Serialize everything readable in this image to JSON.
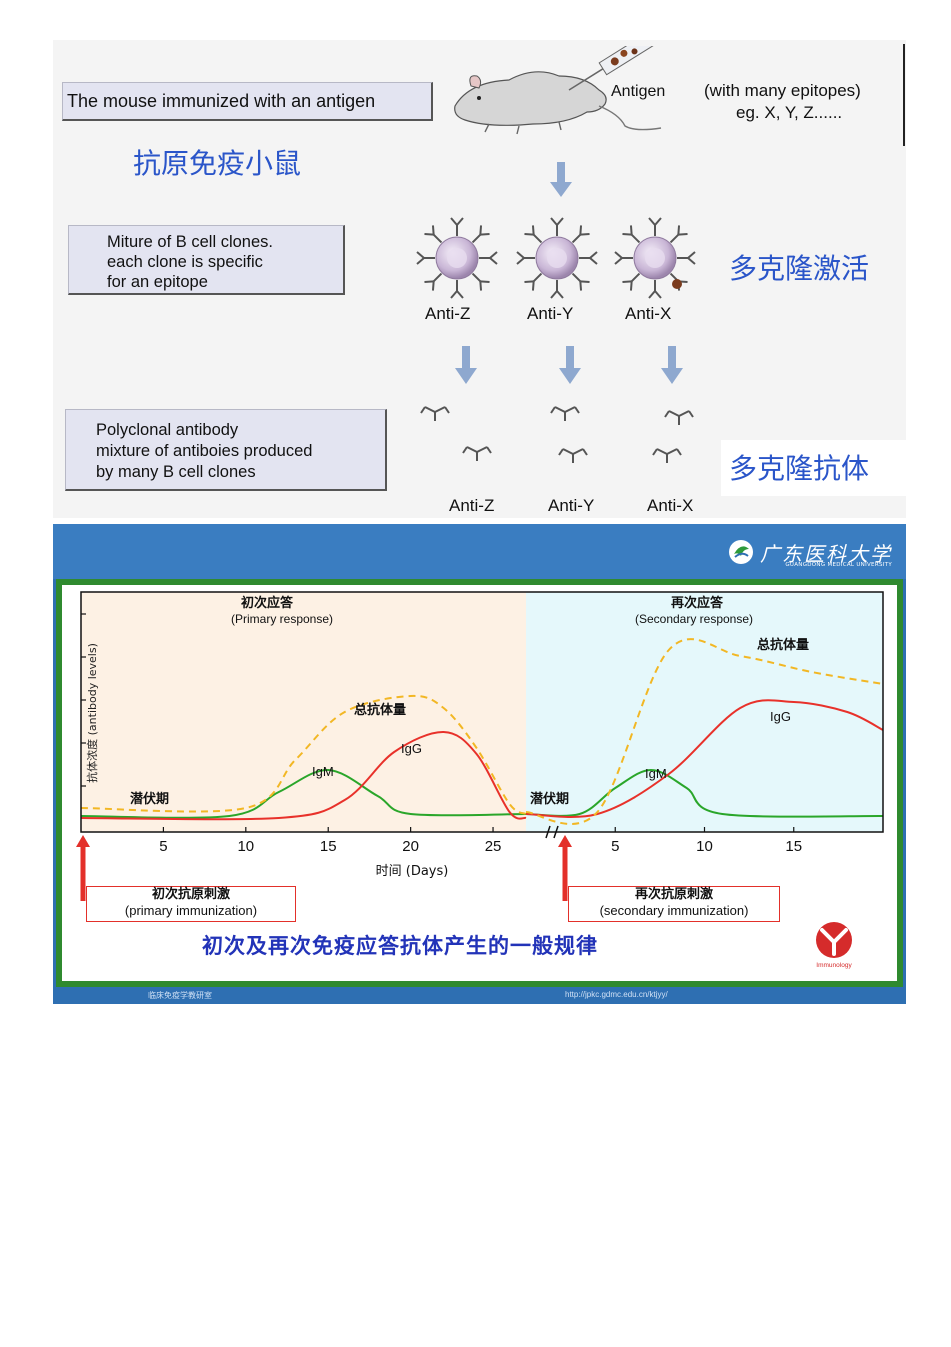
{
  "top_diagram": {
    "step1_box": "The mouse immunized with an antigen",
    "step1_zh": "抗原免疫小鼠",
    "antigen_label": "Antigen",
    "epitopes_note_line1": "(with many epitopes)",
    "epitopes_note_line2": "eg. X, Y, Z......",
    "step2_box_lines": [
      "Miture of B cell clones.",
      "each clone is specific",
      "for an epitope"
    ],
    "step2_zh": "多克隆激活",
    "clone_labels": [
      "Anti-Z",
      "Anti-Y",
      "Anti-X"
    ],
    "step3_box_lines": [
      "Polyclonal antibody",
      "mixture of antiboies produced",
      "by many B cell clones"
    ],
    "step3_zh": "多克隆抗体",
    "antibody_labels": [
      "Anti-Z",
      "Anti-Y",
      "Anti-X"
    ]
  },
  "slide": {
    "university_name": "广东医科大学",
    "university_sub": "GUANGDONG MEDICAL UNIVERSITY",
    "footer_left": "临床免疫学教研室",
    "footer_right": "http://jpkc.gdmc.edu.cn/ktjyy/",
    "logo_text": "Immunology",
    "caption": "初次及再次免疫应答抗体产生的一般规律",
    "primary_box_zh": "初次抗原刺激",
    "primary_box_en": "(primary immunization)",
    "secondary_box_zh": "再次抗原刺激",
    "secondary_box_en": "(secondary immunization)",
    "colors": {
      "primary_bg": "#fdf1e4",
      "secondary_bg": "#e5f8fb",
      "igm": "#2aa62a",
      "igg": "#e8312a",
      "total": "#f2b724",
      "frame": "#2f8a2f",
      "slide_blue": "#2e6fb2"
    }
  },
  "chart_data": {
    "type": "line",
    "ylabel": "抗体浓度 (antibody levels)",
    "xlabel": "时间 (Days)",
    "primary_title_zh": "初次应答",
    "primary_title_en": "(Primary response)",
    "secondary_title_zh": "再次应答",
    "secondary_title_en": "(Secondary response)",
    "latent_label": "潜伏期",
    "primary_ticks": [
      5,
      10,
      15,
      20,
      25
    ],
    "secondary_ticks": [
      5,
      10,
      15
    ],
    "primary_xlim": [
      0,
      27
    ],
    "secondary_xlim": [
      0,
      20
    ],
    "ylim": [
      0,
      10
    ],
    "primary_series": [
      {
        "name": "IgM",
        "x": [
          0,
          9,
          12,
          15,
          18,
          20,
          27
        ],
        "y": [
          0.4,
          0.4,
          1.6,
          2.7,
          1.4,
          0.5,
          0.5
        ]
      },
      {
        "name": "IgG",
        "x": [
          0,
          12,
          16,
          19,
          22,
          24,
          26,
          27
        ],
        "y": [
          0.3,
          0.3,
          1.2,
          3.6,
          4.6,
          3.5,
          0.6,
          0.3
        ]
      },
      {
        "name": "总抗体量",
        "x": [
          0,
          10,
          13,
          16,
          20,
          22,
          24,
          26,
          27
        ],
        "y": [
          0.8,
          0.8,
          3.2,
          5.6,
          6.4,
          5.8,
          3.8,
          1.0,
          0.5
        ]
      }
    ],
    "secondary_series": [
      {
        "name": "IgM",
        "x": [
          0,
          3,
          5,
          7,
          9,
          11,
          20
        ],
        "y": [
          0.5,
          0.5,
          1.8,
          2.7,
          1.8,
          0.5,
          0.4
        ]
      },
      {
        "name": "IgG",
        "x": [
          0,
          4,
          8,
          12,
          15,
          18,
          20
        ],
        "y": [
          0.5,
          0.5,
          2.5,
          5.8,
          6.1,
          5.6,
          4.7
        ]
      },
      {
        "name": "总抗体量",
        "x": [
          0,
          4,
          8,
          12,
          16,
          20
        ],
        "y": [
          0.6,
          0.6,
          8.7,
          8.4,
          7.6,
          7.0
        ]
      }
    ]
  }
}
